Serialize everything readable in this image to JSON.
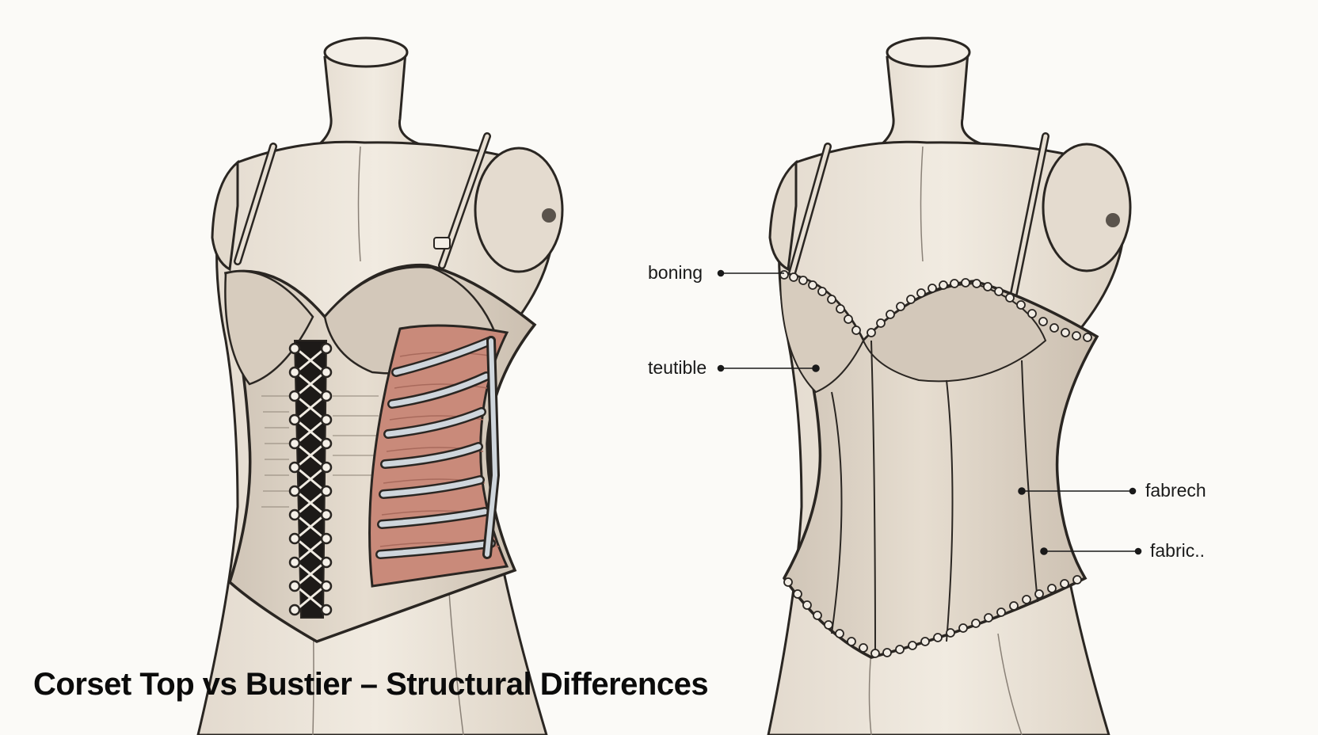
{
  "caption": "Corset Top vs Bustier – Structural Differences",
  "figures": [
    {
      "name": "corset-top",
      "features": [
        "front lacing",
        "visible boning",
        "waist tapering"
      ]
    },
    {
      "name": "bustier",
      "features": [
        "scalloped lace trim",
        "seamed cups"
      ]
    }
  ],
  "callouts": [
    {
      "id": "boning",
      "text": "boning"
    },
    {
      "id": "teutible",
      "text": "teutible"
    },
    {
      "id": "fabrech",
      "text": "fabrech"
    },
    {
      "id": "fabric",
      "text": "fabric.."
    }
  ],
  "colors": {
    "background": "#fbfaf7",
    "form": "#ece4d8",
    "garment": "#d9cfc2",
    "boning": "#c9d1d8",
    "muscle": "#cf8f80",
    "outline": "#2a2622",
    "text": "#0b0b0b"
  }
}
